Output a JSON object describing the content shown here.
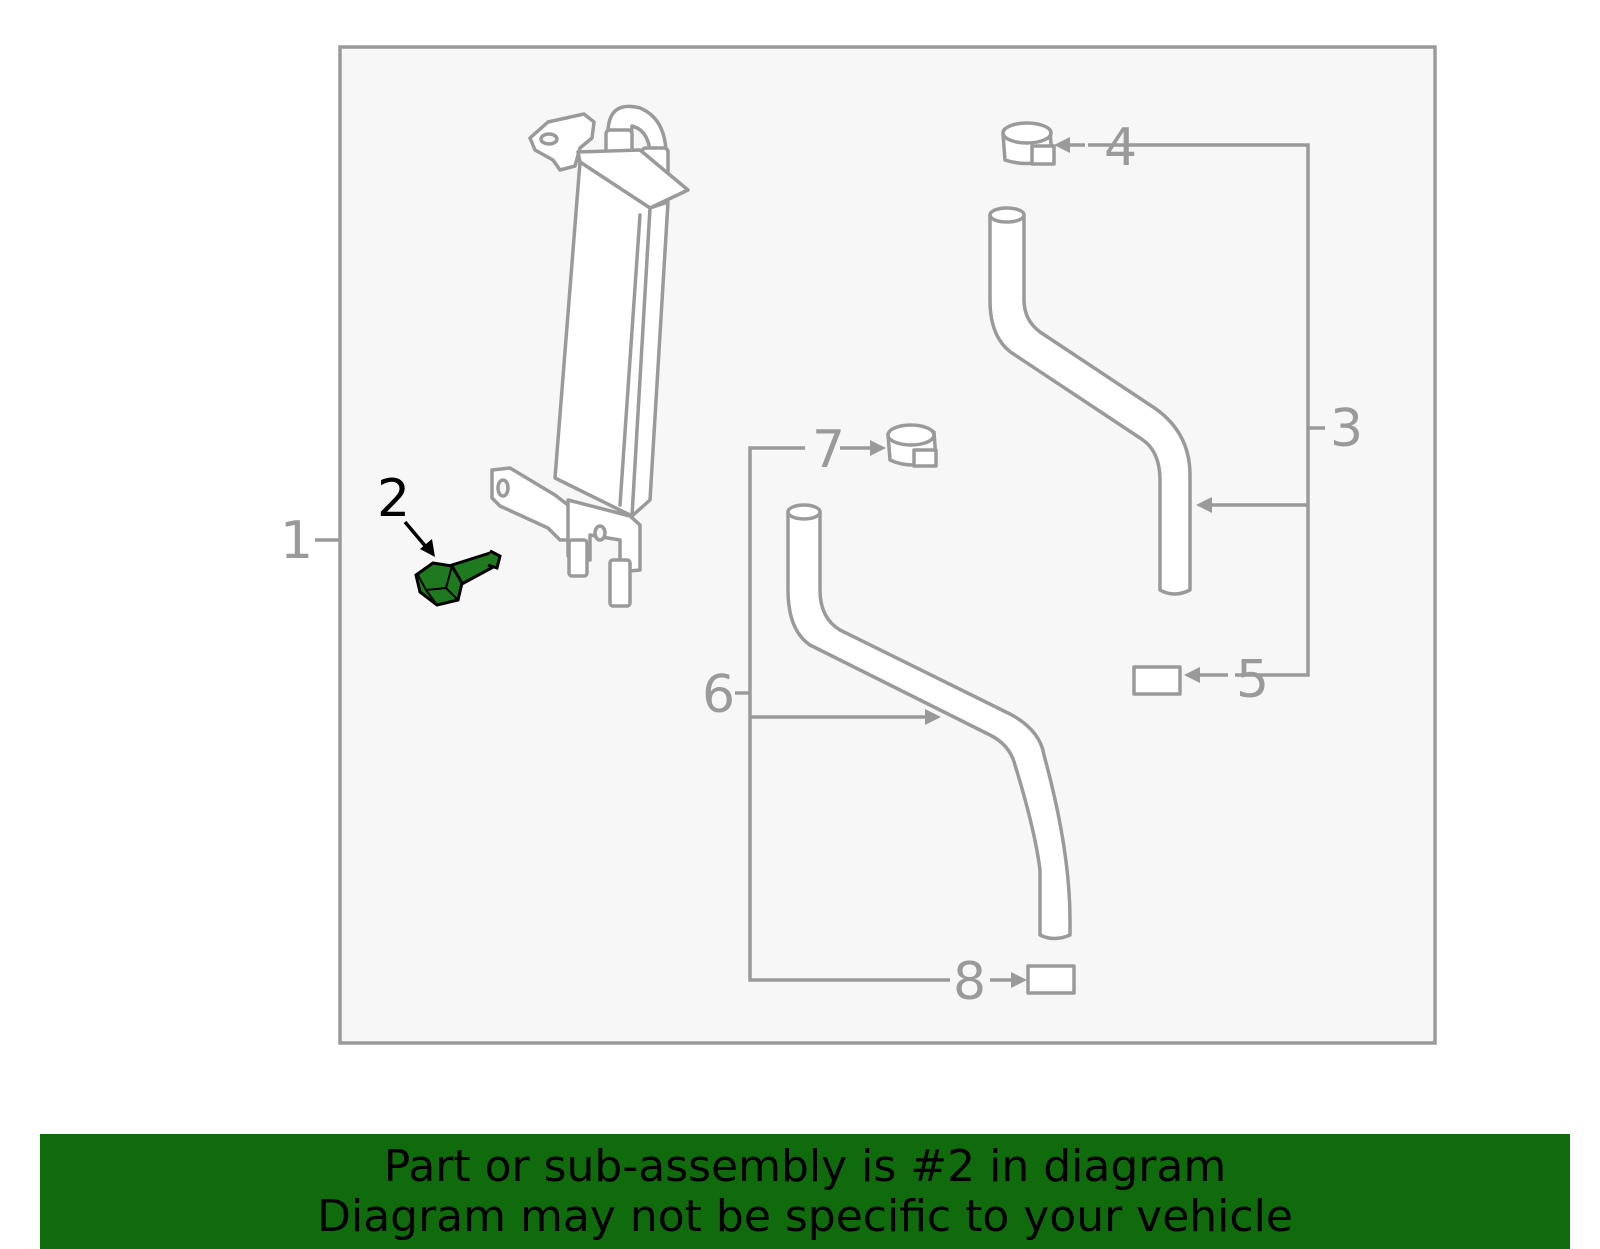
{
  "colors": {
    "highlight": "#1f7a1f",
    "banner": "#0f6b0c",
    "outline": "#9a9a9a",
    "panel": "#f7f7f7"
  },
  "callouts": {
    "c1": "1",
    "c2": "2",
    "c3": "3",
    "c4": "4",
    "c5": "5",
    "c6": "6",
    "c7": "7",
    "c8": "8"
  },
  "highlighted_part": "2",
  "banner": {
    "line1": "Part or sub-assembly is #2 in diagram",
    "line2": "Diagram may not be specific to your vehicle"
  }
}
